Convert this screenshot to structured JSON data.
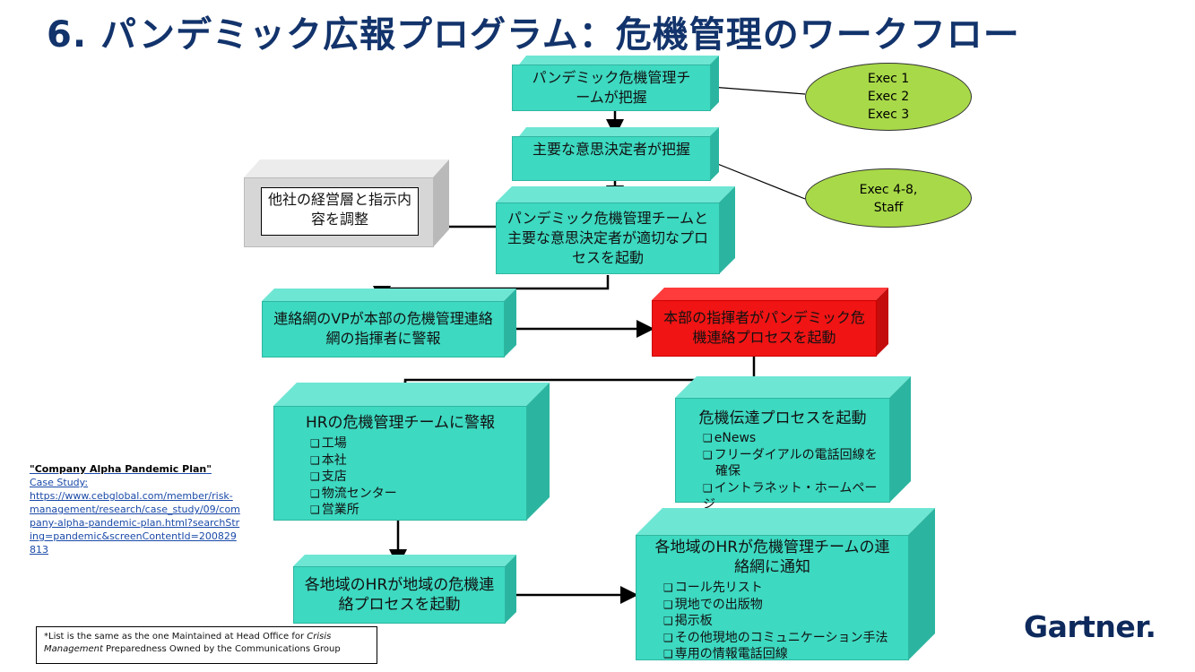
{
  "title": "6. パンデミック広報プログラム：危機管理のワークフロー",
  "colors": {
    "teal": "#3dd9c1",
    "red": "#f01414",
    "gray": "#d6d6d6",
    "green": "#a8d948",
    "title": "#12336b"
  },
  "nodes": {
    "pmt_aware": "パンデミック危機管理チームが把握",
    "key_aware": "主要な意思決定者が把握",
    "coordinate": "他社の経営層と指示内容を調整",
    "start_process": "パンデミック危機管理チームと主要な意思決定者が適切なプロセスを起動",
    "vp_alert": "連絡網のVPが本部の危機管理連絡網の指揮者に警報",
    "hq_start": "本部の指揮者がパンデミック危機連絡プロセスを起動",
    "hr_alert": "HRの危機管理チームに警報",
    "hr_alert_items": [
      "工場",
      "本社",
      "支店",
      "物流センター",
      "営業所"
    ],
    "comm_start": "危機伝達プロセスを起動",
    "comm_items": [
      "eNews",
      "フリーダイアルの電話回線を確保",
      "イントラネット・ホームページ"
    ],
    "regional_hr": "各地域のHRが地域の危機連絡プロセスを起動",
    "regional_notify": "各地域のHRが危機管理チームの連絡網に通知",
    "regional_notify_items": [
      "コール先リスト",
      "現地での出版物",
      "掲示板",
      "その他現地のコミュニケーション手法",
      "専用の情報電話回線"
    ]
  },
  "ellipses": {
    "exec_top": [
      "Exec 1",
      "Exec 2",
      "Exec 3"
    ],
    "exec_bottom": [
      "Exec 4-8,",
      "Staff"
    ]
  },
  "case_study": {
    "title": "\"Company Alpha Pandemic Plan\"",
    "label": "Case Study:",
    "url": "https://www.cebglobal.com/member/risk-management/research/case_study/09/company-alpha-pandemic-plan.html?searchString=pandemic&screenContentId=200829813"
  },
  "footnote": {
    "pre": "*List is the same as the one Maintained at Head Office for ",
    "italic1": "Crisis Management",
    "post": " Preparedness Owned by the Communications Group"
  },
  "logo": "Gartner."
}
